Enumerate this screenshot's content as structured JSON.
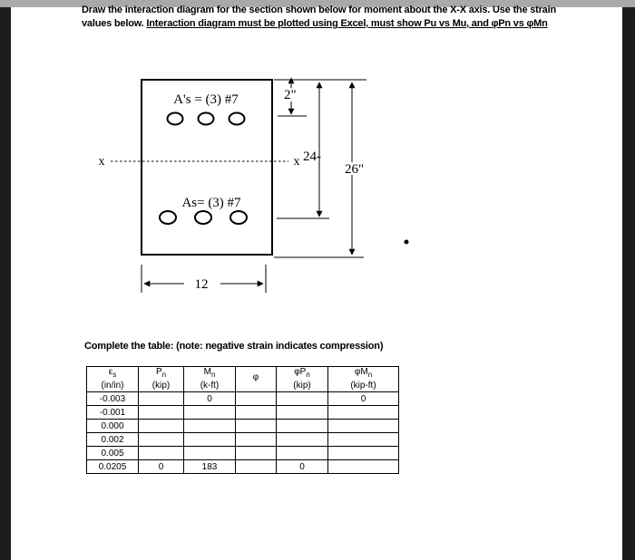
{
  "instructions": {
    "line1": "Draw the interaction diagram for the section shown below for moment about the X-X axis. Use the strain",
    "line2_plain": "values below. ",
    "line2_underlined": "Interaction diagram must be plotted using Excel, must show Pu vs Mu, and φPn vs φMn"
  },
  "diagram": {
    "top_steel_label": "A's = (3) #7",
    "bottom_steel_label": "As= (3) #7",
    "axis_left_label": "x",
    "axis_right_label": "x",
    "dim_top": "2\"",
    "dim_depth": "24-",
    "dim_height": "26\"",
    "dim_width": "12"
  },
  "table": {
    "caption": "Complete the table: (note: negative strain indicates compression)",
    "headers": [
      {
        "line1": "ε",
        "line1_sub": "s",
        "line2": "(in/in)"
      },
      {
        "line1": "P",
        "line1_sub": "n",
        "line2": "(kip)"
      },
      {
        "line1": "M",
        "line1_sub": "n",
        "line2": "(k-ft)"
      },
      {
        "line1": "φ",
        "line1_sub": "",
        "line2": ""
      },
      {
        "line1": "φP",
        "line1_sub": "n",
        "line2": "(kip)"
      },
      {
        "line1": "φM",
        "line1_sub": "n",
        "line2": "(kip-ft)"
      }
    ],
    "rows": [
      [
        "-0.003",
        "",
        "0",
        "",
        "",
        "0"
      ],
      [
        "-0.001",
        "",
        "",
        "",
        "",
        ""
      ],
      [
        "0.000",
        "",
        "",
        "",
        "",
        ""
      ],
      [
        "0.002",
        "",
        "",
        "",
        "",
        ""
      ],
      [
        "0.005",
        "",
        "",
        "",
        "",
        ""
      ],
      [
        "0.0205",
        "0",
        "183",
        "",
        "0",
        ""
      ]
    ]
  },
  "colors": {
    "side_strip": "#1c1c1c",
    "top_bar": "#a9a9a9",
    "ink": "#000000",
    "paper": "#ffffff"
  }
}
